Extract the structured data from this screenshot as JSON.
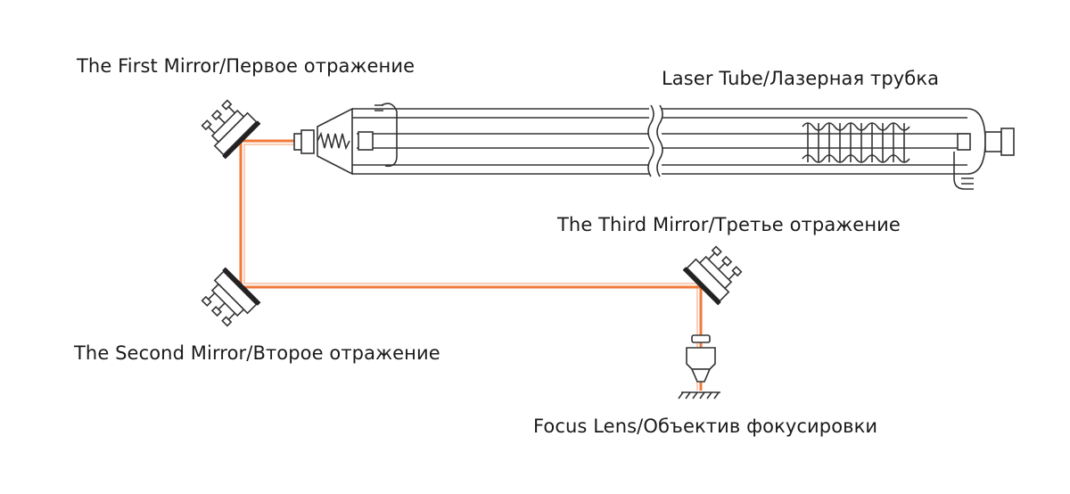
{
  "labels": {
    "first_mirror": "The First Mirror/Первое отражение",
    "laser_tube": "Laser Tube/Лазерная трубка",
    "third_mirror": "The Third Mirror/Третье отражение",
    "second_mirror": "The Second Mirror/Второе отражение",
    "focus_lens": "Focus Lens/Объектив фокусировки"
  },
  "colors": {
    "beam": "#f07a3a",
    "line": "#333333",
    "text": "#1a1a1a"
  }
}
